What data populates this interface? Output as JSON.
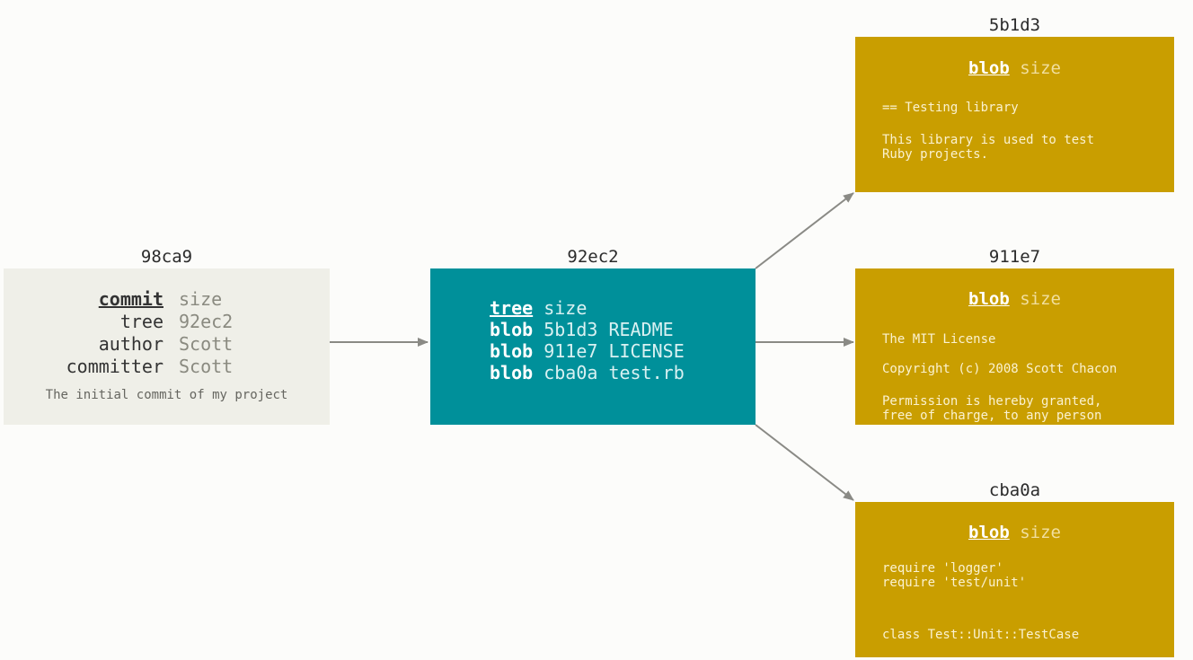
{
  "commit": {
    "hash": "98ca9",
    "rows": [
      {
        "key": "commit",
        "value": "size"
      },
      {
        "key": "tree",
        "value": "92ec2"
      },
      {
        "key": "author",
        "value": "Scott"
      },
      {
        "key": "committer",
        "value": "Scott"
      }
    ],
    "message": "The initial commit of my project"
  },
  "tree": {
    "hash": "92ec2",
    "header": {
      "type": "tree",
      "value": "size"
    },
    "entries": [
      {
        "type": "blob",
        "value": "5b1d3 README"
      },
      {
        "type": "blob",
        "value": "911e7 LICENSE"
      },
      {
        "type": "blob",
        "value": "cba0a test.rb"
      }
    ]
  },
  "blobs": [
    {
      "hash": "5b1d3",
      "type": "blob",
      "size_label": "size",
      "lines": [
        "== Testing library",
        "This library is used to test",
        "Ruby projects."
      ]
    },
    {
      "hash": "911e7",
      "type": "blob",
      "size_label": "size",
      "lines": [
        "The MIT License",
        "Copyright (c) 2008 Scott Chacon",
        "Permission is hereby granted,",
        "free of charge, to any person"
      ]
    },
    {
      "hash": "cba0a",
      "type": "blob",
      "size_label": "size",
      "lines": [
        "require 'logger'",
        "require 'test/unit'",
        "class Test::Unit::TestCase"
      ]
    }
  ],
  "colors": {
    "commit_bg": "#efefe8",
    "tree_bg": "#00909a",
    "blob_bg": "#c99e00",
    "arrow": "#8a8a85"
  }
}
